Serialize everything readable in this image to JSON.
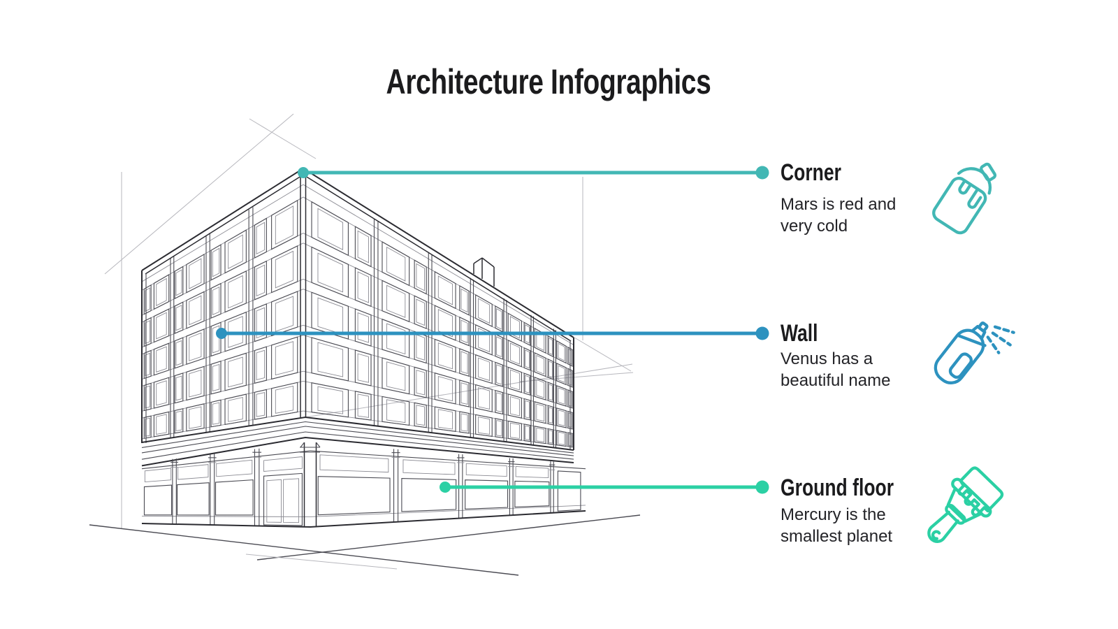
{
  "title": "Architecture Infographics",
  "colors": {
    "ink": "#2b2b31",
    "teal": "#42b7b4",
    "blue": "#2d92bf",
    "green": "#2bd0a4"
  },
  "callouts": [
    {
      "label": "Corner",
      "description": "Mars is red and very cold",
      "color": "#42b7b4",
      "icon": "paint-bucket-icon"
    },
    {
      "label": "Wall",
      "description": "Venus has a beautiful name",
      "color": "#2d92bf",
      "icon": "spray-can-icon"
    },
    {
      "label": "Ground floor",
      "description": "Mercury is the smallest planet",
      "color": "#2bd0a4",
      "icon": "paint-brush-icon"
    }
  ]
}
